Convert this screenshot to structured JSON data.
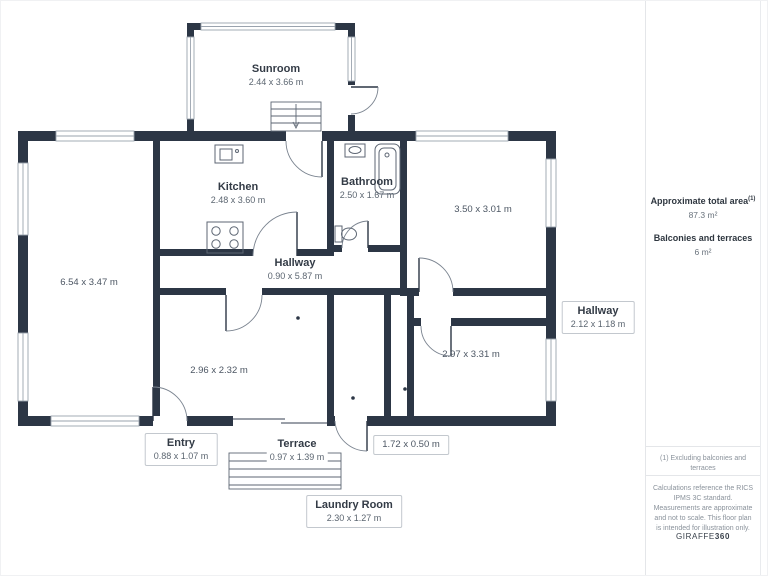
{
  "rooms": [
    {
      "name": "Sunroom",
      "dims": "2.44 x 3.66 m"
    },
    {
      "name": "Kitchen",
      "dims": "2.48 x 3.60 m"
    },
    {
      "name": "Bathroom",
      "dims": "2.50 x 1.67 m"
    },
    {
      "name": "",
      "dims": "3.50 x 3.01 m"
    },
    {
      "name": "Hallway",
      "dims": "0.90 x 5.87 m"
    },
    {
      "name": "",
      "dims": "6.54 x 3.47 m"
    },
    {
      "name": "",
      "dims": "2.96 x 2.32 m"
    },
    {
      "name": "",
      "dims": "2.97 x 3.31 m"
    },
    {
      "name": "Terrace",
      "dims": "0.97 x 1.39 m"
    },
    {
      "name": "Entry",
      "dims": "0.88 x 1.07 m"
    },
    {
      "name": "Hallway",
      "dims": "2.12 x 1.18 m"
    },
    {
      "name": "",
      "dims": "1.72 x 0.50 m"
    },
    {
      "name": "Laundry Room",
      "dims": "2.30 x 1.27 m"
    }
  ],
  "sidebar": {
    "total_area_label": "Approximate total area",
    "total_area_superscript": "(1)",
    "total_area_value": "87.3 m²",
    "balconies_label": "Balconies and terraces",
    "balconies_value": "6 m²",
    "footnote": "(1) Excluding balconies and terraces",
    "disclaimer": "Calculations reference the RICS IPMS 3C standard. Measurements are approximate and not to scale. This floor plan is intended for illustration only.",
    "brand": "GIRAFFE",
    "brand_suffix": "360"
  },
  "colors": {
    "wall": "#2c3645",
    "stroke": "#5d6673",
    "window": "#9aa3ae"
  }
}
